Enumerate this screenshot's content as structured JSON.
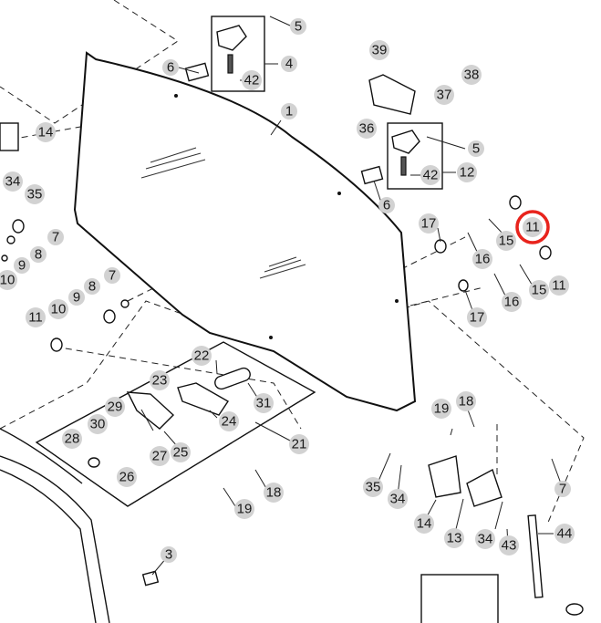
{
  "highlight_color": "#e8231c",
  "highlighted_label": "11",
  "callouts": [
    "1",
    "3",
    "4",
    "5",
    "5",
    "6",
    "6",
    "7",
    "7",
    "7",
    "8",
    "8",
    "9",
    "9",
    "10",
    "10",
    "11",
    "11",
    "11",
    "12",
    "13",
    "14",
    "14",
    "15",
    "15",
    "16",
    "16",
    "17",
    "17",
    "18",
    "18",
    "19",
    "19",
    "21",
    "22",
    "23",
    "24",
    "25",
    "26",
    "27",
    "28",
    "29",
    "30",
    "31",
    "34",
    "34",
    "34",
    "35",
    "35",
    "36",
    "37",
    "38",
    "39",
    "42",
    "42",
    "43",
    "44"
  ]
}
